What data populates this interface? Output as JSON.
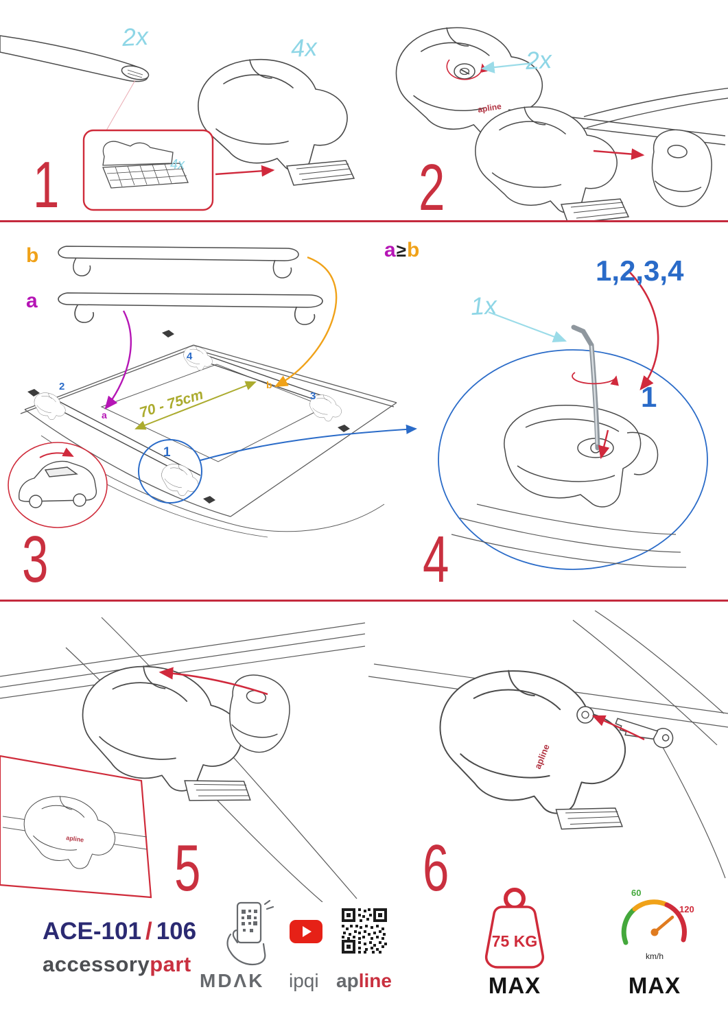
{
  "brand": {
    "apline": "apline"
  },
  "steps": {
    "s1": {
      "num": "1",
      "bar_qty": "2x",
      "foot_qty": "4x",
      "pad_qty": "4x"
    },
    "s2": {
      "num": "2",
      "lock_qty": "2x"
    },
    "s3": {
      "num": "3",
      "label_b": "b",
      "label_a": "a",
      "span": "70 - 75cm",
      "roof_a": "a",
      "roof_b": "b",
      "pos": {
        "p1": "1",
        "p2": "2",
        "p3": "3",
        "p4": "4"
      }
    },
    "s4": {
      "num": "4",
      "cond_a": "a",
      "cond_op": "≥",
      "cond_b": "b",
      "order": "1,2,3,4",
      "tool_qty": "1x",
      "start": "1"
    },
    "s5": {
      "num": "5"
    },
    "s6": {
      "num": "6"
    }
  },
  "footer": {
    "model": "ACE-101",
    "sep": "/",
    "model2": "106",
    "brand_gray": "accessory",
    "brand_red": "part",
    "mdak": "MDΛK",
    "ipqi": "ipqi",
    "apline_ap": "ap",
    "apline_line": "line",
    "weight": "75 KG",
    "weight_max": "MAX",
    "speed_low": "60",
    "speed_high": "120",
    "speed_unit": "km/h",
    "speed_max": "MAX"
  },
  "colors": {
    "step_red": "#c9303f",
    "divider_red": "#c42a3d",
    "cyan": "#8ed6e6",
    "blue": "#2a6bc8",
    "purple": "#b515b5",
    "orange": "#f0a219",
    "olive": "#abab2e",
    "navy": "#2b2a72",
    "gray": "#58595b",
    "arrow_red": "#d0293c",
    "youtube_red": "#e62117",
    "speed_green": "#44a83c",
    "speed_red": "#cf2b3a"
  }
}
